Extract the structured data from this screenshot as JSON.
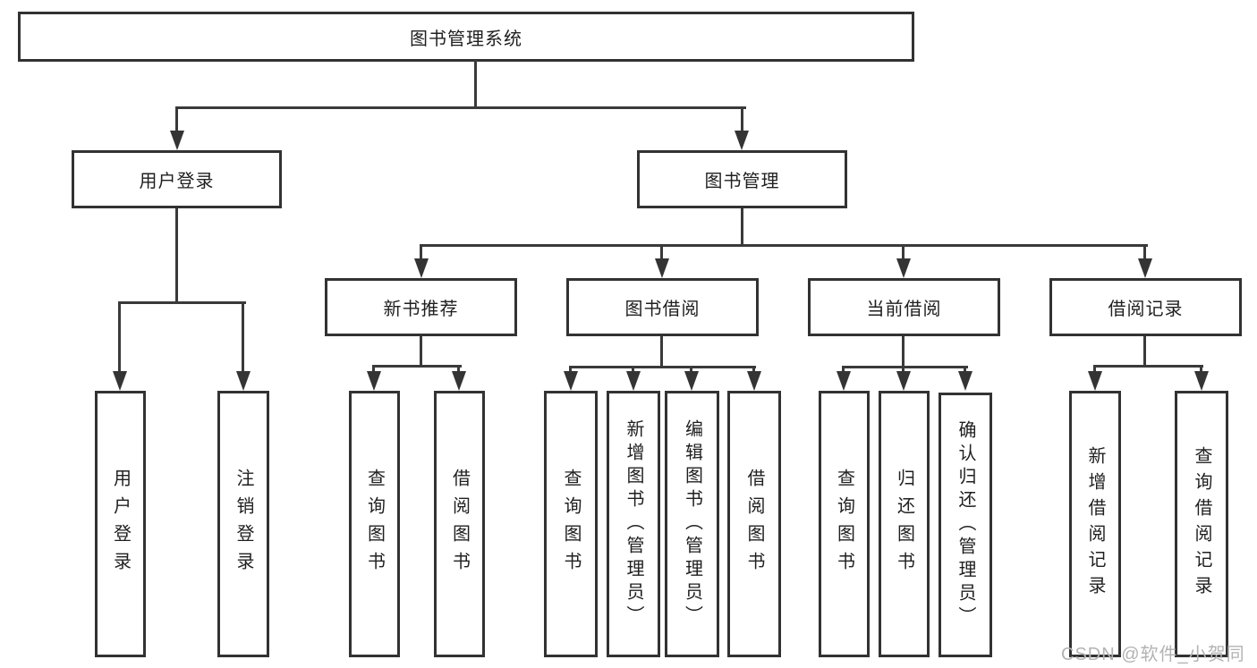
{
  "diagram": {
    "root": "图书管理系统",
    "branches": [
      {
        "label": "用户登录",
        "children": [
          "用户登录",
          "注销登录"
        ]
      },
      {
        "label": "图书管理",
        "groups": [
          {
            "label": "新书推荐",
            "children": [
              "查询图书",
              "借阅图书"
            ]
          },
          {
            "label": "图书借阅",
            "children": [
              "查询图书",
              "新增图书（管理员）",
              "编辑图书（管理员）",
              "借阅图书"
            ]
          },
          {
            "label": "当前借阅",
            "children": [
              "查询图书",
              "归还图书",
              "确认归还（管理员）"
            ]
          },
          {
            "label": "借阅记录",
            "children": [
              "新增借阅记录",
              "查询借阅记录"
            ]
          }
        ]
      }
    ]
  },
  "watermark": "CSDN @软件_小贺同学",
  "colors": {
    "line": "#3a3a3a",
    "text": "#1f1f1f",
    "watermark": "#b3b3b3",
    "background": "#ffffff"
  }
}
